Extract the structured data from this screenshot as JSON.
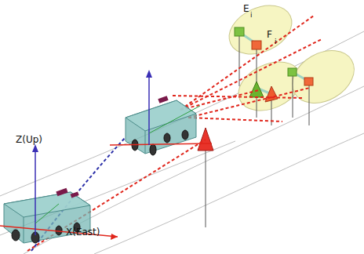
{
  "diagram": {
    "labels": [
      "Z(Up)",
      "X(East)",
      "E",
      "i",
      "F",
      "i"
    ]
  }
}
